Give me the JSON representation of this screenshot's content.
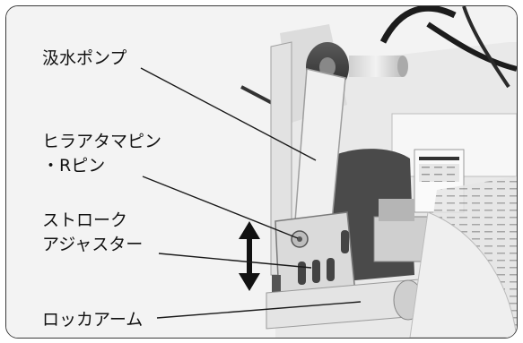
{
  "labels": {
    "pump": "汲水ポンプ",
    "pin_line1": "ヒラアタマピン",
    "pin_line2": "・Rピン",
    "stroke_line1": "ストローク",
    "stroke_line2": "アジャスター",
    "rocker": "ロッカアーム"
  },
  "colors": {
    "frame_border": "#3a3a3a",
    "leader_line": "#1a1a1a",
    "text": "#111111"
  }
}
